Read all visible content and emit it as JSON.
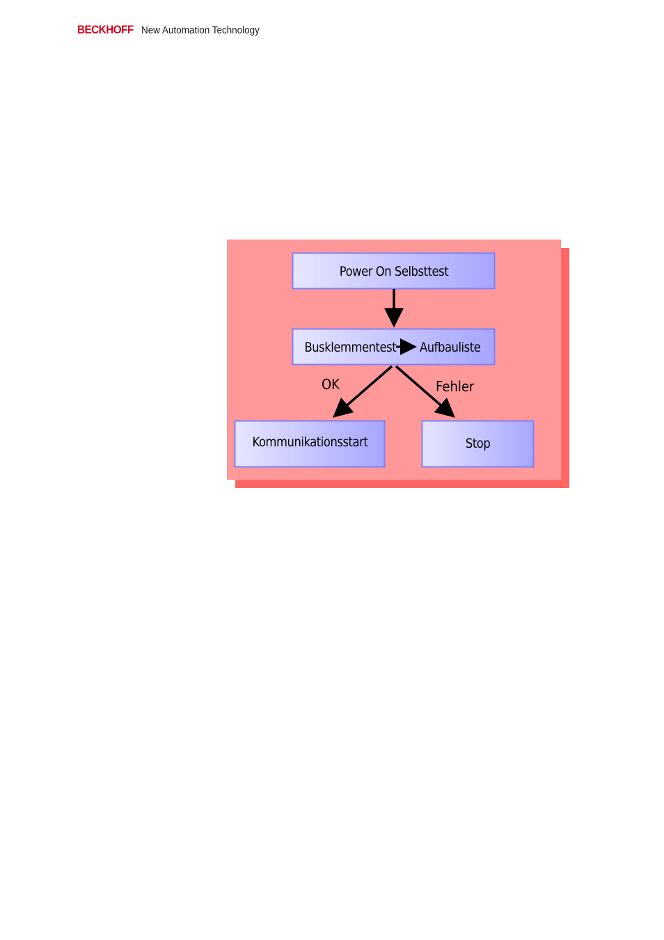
{
  "header": {
    "brand": "BECKHOFF",
    "tagline": "New Automation Technology"
  },
  "diagram": {
    "nodes": {
      "power_on": "Power On Selbsttest",
      "bus_test": "Busklemmentest",
      "aufbauliste": "Aufbauliste",
      "kommunikation": "Kommunikationsstart",
      "stop": "Stop"
    },
    "edges": {
      "ok": "OK",
      "fehler": "Fehler"
    },
    "colors": {
      "panel": "#ff9999",
      "panel_shadow": "#ff6666",
      "node_fill_light": "#e6e6ff",
      "node_fill_dark": "#a6a6ff",
      "node_border": "#7f7fff",
      "arrow": "#000000"
    }
  }
}
